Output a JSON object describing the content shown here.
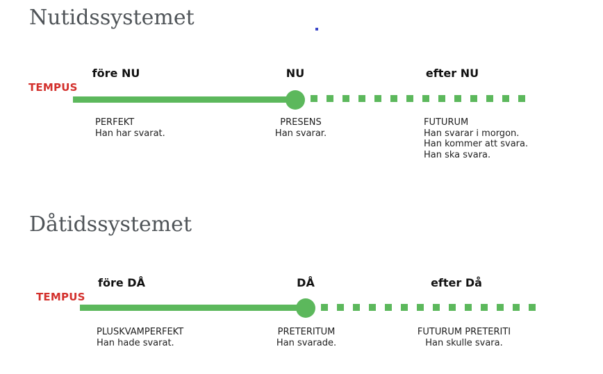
{
  "colors": {
    "green": "#5cb85c",
    "red": "#d3302c",
    "title_gray": "#4f5458",
    "text": "#1d1d1d",
    "blue_dot": "#3a46c8"
  },
  "sections": [
    {
      "title": "Nutidssystemet",
      "tempus_label": "TEMPUS",
      "axis": {
        "before": "före NU",
        "now": "NU",
        "after": "efter NU"
      },
      "tenses": {
        "past": {
          "name": "PERFEKT",
          "examples": [
            "Han har svarat."
          ]
        },
        "present": {
          "name": "PRESENS",
          "examples": [
            "Han svarar."
          ]
        },
        "future": {
          "name": "FUTURUM",
          "examples": [
            "Han svarar i morgon.",
            "Han kommer att svara.",
            "Han ska svara."
          ]
        }
      }
    },
    {
      "title": "Dåtidssystemet",
      "tempus_label": "TEMPUS",
      "axis": {
        "before": "före DÅ",
        "now": "DÅ",
        "after": "efter Då"
      },
      "tenses": {
        "past": {
          "name": "PLUSKVAMPERFEKT",
          "examples": [
            "Han hade svarat."
          ]
        },
        "present": {
          "name": "PRETERITUM",
          "examples": [
            "Han svarade."
          ]
        },
        "future": {
          "name": "FUTURUM PRETERITI",
          "examples": [
            "Han skulle svara."
          ]
        }
      }
    }
  ]
}
